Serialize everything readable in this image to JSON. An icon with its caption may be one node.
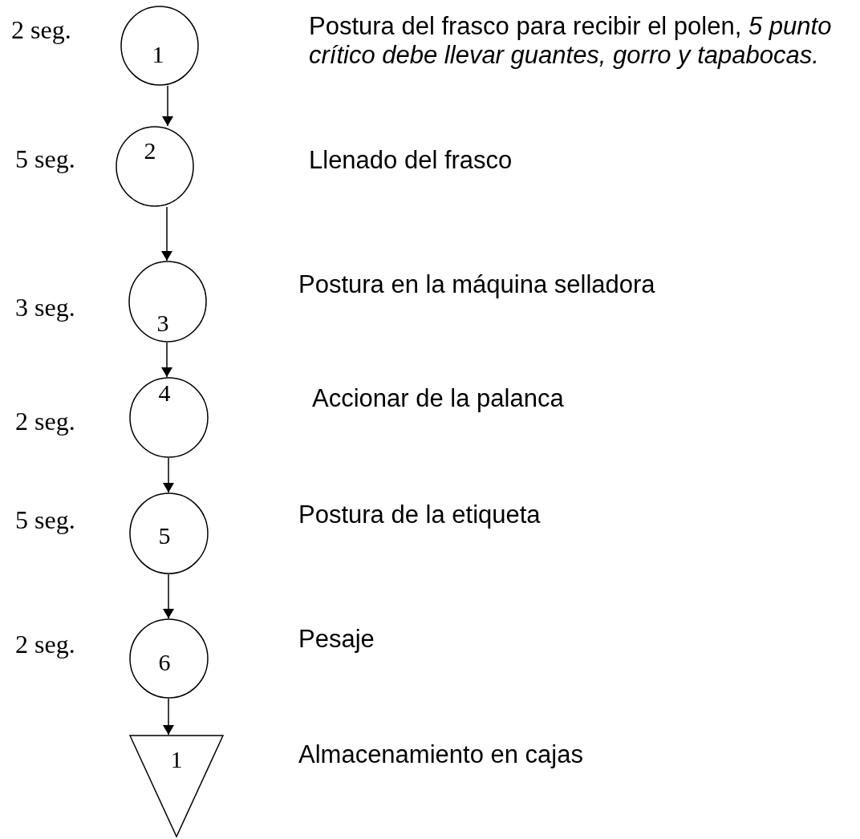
{
  "diagram": {
    "nodes": [
      {
        "text": [
          "1"
        ]
      },
      {
        "text": [
          "2"
        ]
      },
      {
        "text": [
          "3"
        ]
      },
      {
        "text": [
          "4"
        ]
      },
      {
        "text": [
          "5"
        ]
      },
      {
        "text": [
          "6"
        ]
      },
      {
        "text": [
          "1"
        ]
      }
    ],
    "edges": [
      {
        "from": 0,
        "to": 1,
        "arrow": "to"
      },
      {
        "from": 1,
        "to": 2,
        "arrow": "to"
      },
      {
        "from": 2,
        "to": 3,
        "arrow": "to"
      },
      {
        "from": 3,
        "to": 4,
        "arrow": "to"
      },
      {
        "from": 4,
        "to": 5,
        "arrow": "to"
      },
      {
        "from": 5,
        "to": 6,
        "arrow": "to"
      }
    ],
    "labels": [
      "2 seg.",
      "Postura del frasco para recibir el polen, *5 punto crítico debe llevar guantes, gorro y tapabocas.*",
      "5 seg.",
      "Llenado del frasco",
      "Postura en la máquina selladora",
      "3 seg.",
      "Accionar de la palanca",
      "2 seg.",
      "5 seg.",
      "Postura de la etiqueta",
      "2 seg.",
      "Pesaje",
      "Almacenamiento en cajas"
    ]
  }
}
